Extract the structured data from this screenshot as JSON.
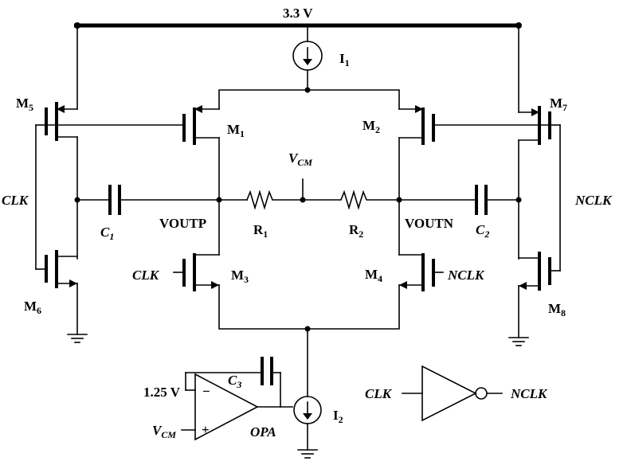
{
  "supply": {
    "label": "3.3 V"
  },
  "sources": {
    "i1": {
      "name": "I",
      "sub": "1"
    },
    "i2": {
      "name": "I",
      "sub": "2"
    }
  },
  "transistors": {
    "m1": {
      "name": "M",
      "sub": "1"
    },
    "m2": {
      "name": "M",
      "sub": "2"
    },
    "m3": {
      "name": "M",
      "sub": "3"
    },
    "m4": {
      "name": "M",
      "sub": "4"
    },
    "m5": {
      "name": "M",
      "sub": "5"
    },
    "m6": {
      "name": "M",
      "sub": "6"
    },
    "m7": {
      "name": "M",
      "sub": "7"
    },
    "m8": {
      "name": "M",
      "sub": "8"
    }
  },
  "resistors": {
    "r1": {
      "name": "R",
      "sub": "1"
    },
    "r2": {
      "name": "R",
      "sub": "2"
    }
  },
  "capacitors": {
    "c1": {
      "name": "C",
      "sub": "1"
    },
    "c2": {
      "name": "C",
      "sub": "2"
    },
    "c3": {
      "name": "C",
      "sub": "3"
    }
  },
  "nodes": {
    "voutp": "VOUTP",
    "voutn": "VOUTN",
    "vcm_top": {
      "name": "V",
      "sub": "CM"
    },
    "vcm_opa": {
      "name": "V",
      "sub": "CM"
    }
  },
  "signals": {
    "clk_left": "CLK",
    "nclk_right": "NCLK",
    "clk_m3": "CLK",
    "nclk_m4": "NCLK",
    "inv_in": "CLK",
    "inv_out": "NCLK"
  },
  "opamp": {
    "name": "OPA",
    "vref": "1.25 V",
    "minus": "−",
    "plus": "+"
  }
}
